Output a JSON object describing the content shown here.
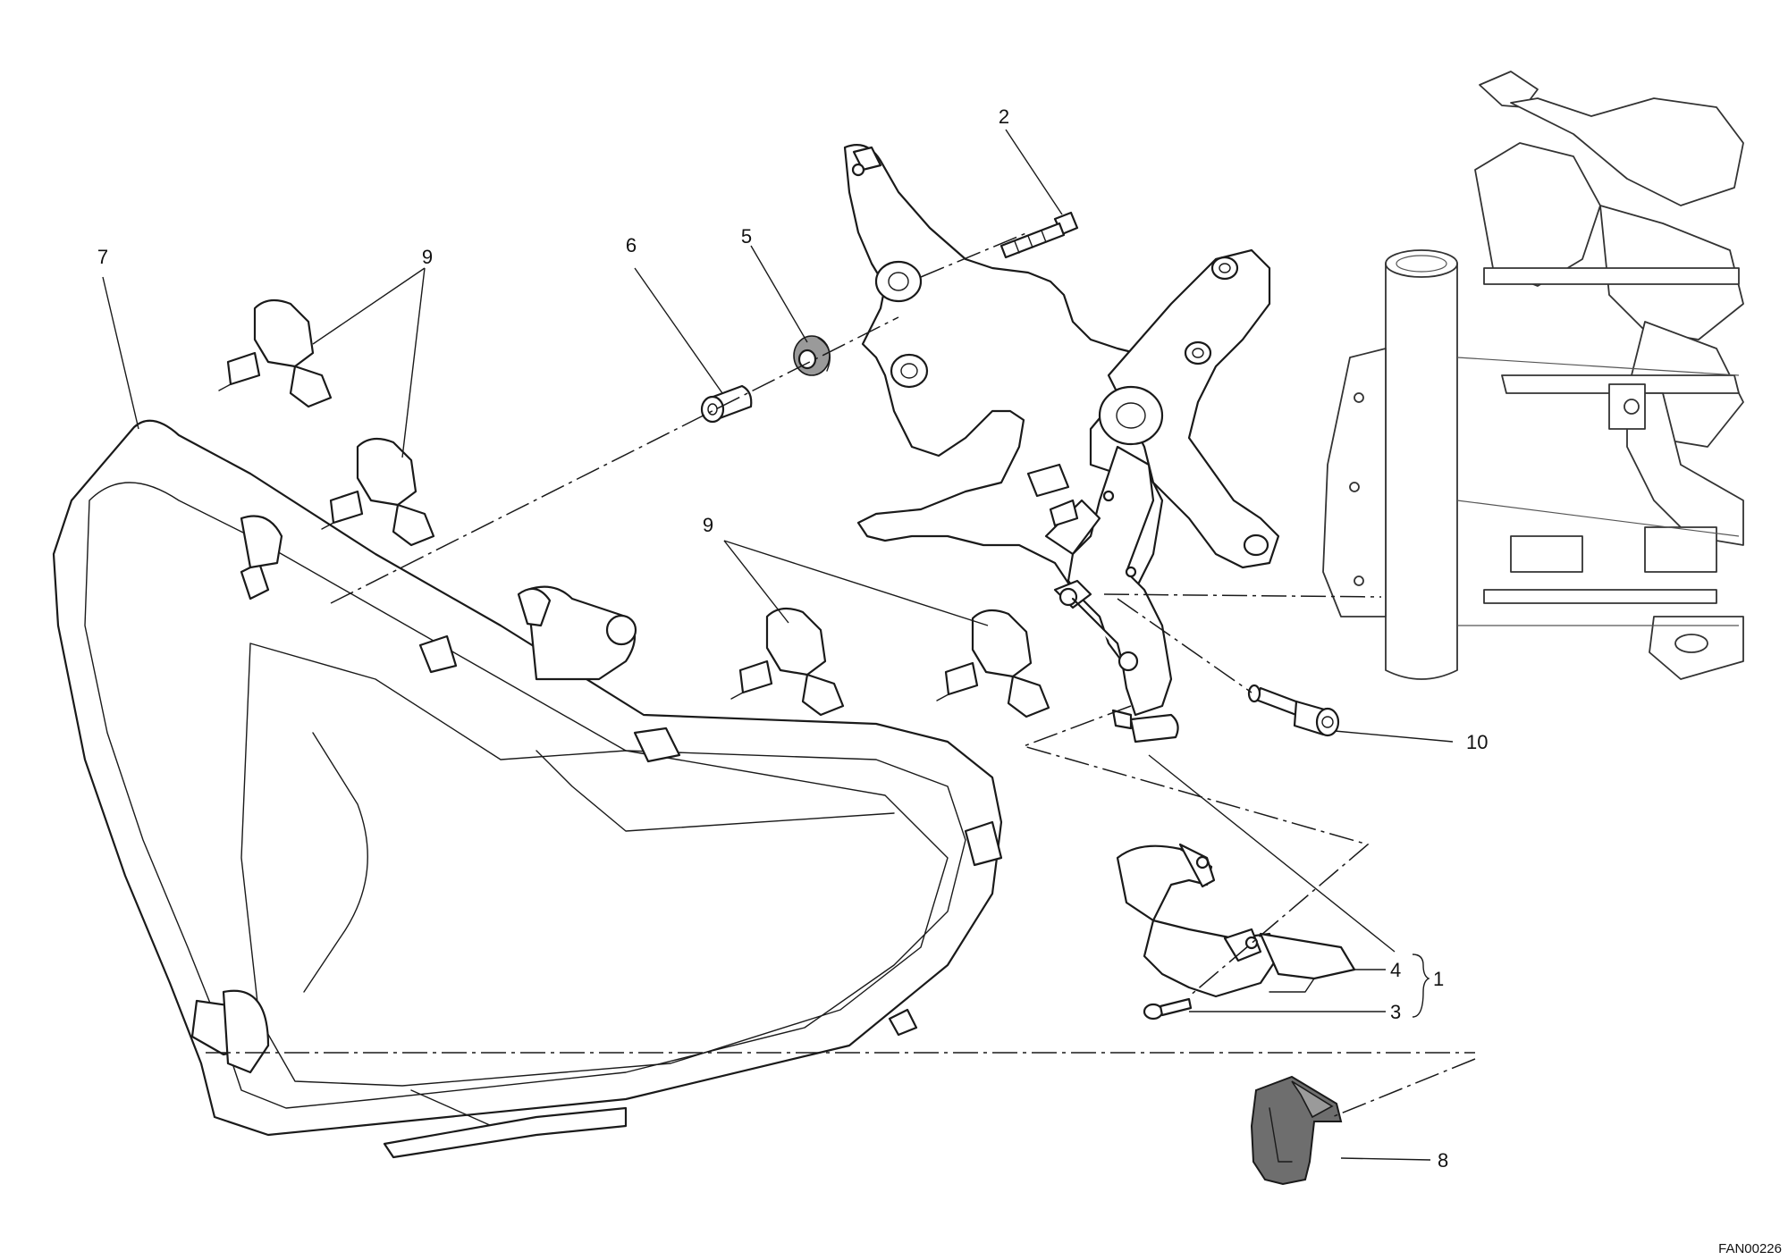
{
  "drawing_code": "FAN00226",
  "callouts": {
    "c1": "1",
    "c2": "2",
    "c3": "3",
    "c4": "4",
    "c5": "5",
    "c6": "6",
    "c7": "7",
    "c8": "8",
    "c9a": "9",
    "c9b": "9",
    "c10": "10"
  },
  "colors": {
    "ink": "#1a1a1a",
    "paper": "#ffffff",
    "rubber": "#6e6e6e"
  }
}
